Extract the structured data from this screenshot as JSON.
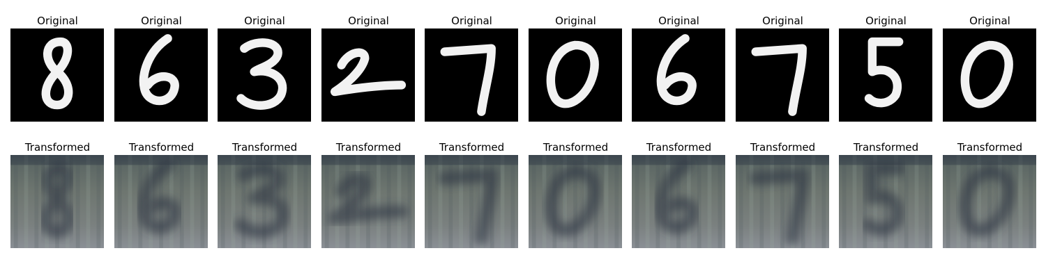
{
  "rows": [
    {
      "title": "Original"
    },
    {
      "title": "Transformed"
    }
  ],
  "digits": [
    "8",
    "6",
    "3",
    "2",
    "7",
    "0",
    "6",
    "7",
    "5",
    "0"
  ],
  "colors": {
    "original_bg": "#000000",
    "original_stroke": "#f2f2f2",
    "transformed_bg": "#6e7670",
    "transformed_dark": "#2a3140",
    "transformed_light": "#9fb0a8"
  }
}
